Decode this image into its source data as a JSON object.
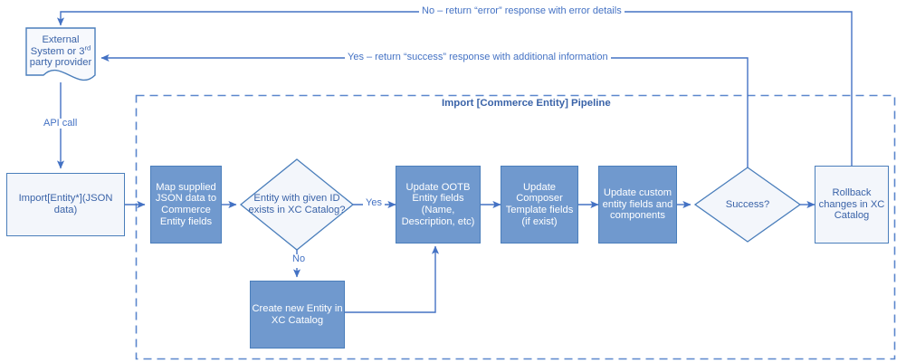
{
  "diagram": {
    "title": "Import [Commerce Entity] Pipeline flowchart",
    "colors": {
      "node_fill": "#7099ce",
      "node_light_fill": "#f3f6fb",
      "stroke": "#4a7ebb",
      "arrow": "#4472c4",
      "label_text": "#4472c4",
      "group_border": "#5b87cd"
    }
  },
  "group": {
    "label": "Import [Commerce Entity] Pipeline"
  },
  "nodes": {
    "external_system": {
      "line1": "External",
      "line2_pre": "System or 3",
      "line2_sup": "rd",
      "line3": "party provider"
    },
    "import_entity": {
      "label": "Import[Entity*](JSON data)"
    },
    "map_supplied": {
      "label": "Map supplied JSON data to Commerce Entity fields"
    },
    "entity_exists": {
      "line1": "Entity with given ID",
      "line2": "exists in XC Catalog?"
    },
    "update_ootb": {
      "label": "Update OOTB Entity fields (Name, Description, etc)"
    },
    "update_composer": {
      "label": "Update Composer Template fields (if exist)"
    },
    "update_custom": {
      "label": "Update custom entity fields and components"
    },
    "success": {
      "label": "Success?"
    },
    "rollback": {
      "label": "Rollback changes in XC Catalog"
    },
    "create_new": {
      "label": "Create new Entity in XC Catalog"
    }
  },
  "edges": {
    "api_call": "API call",
    "yes_branch": "Yes",
    "no_branch": "No",
    "no_error_return": "No – return “error” response with error details",
    "yes_success_return": "Yes – return “success” response with additional information"
  }
}
